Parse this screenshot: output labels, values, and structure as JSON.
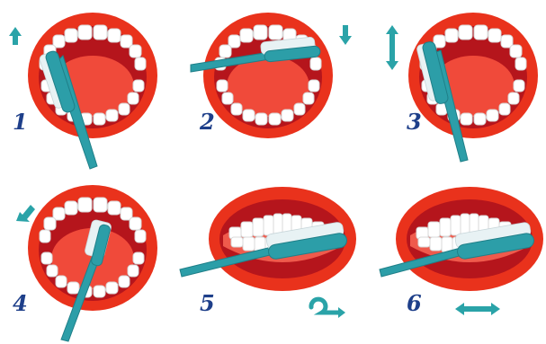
{
  "steps": [
    {
      "number": "1",
      "direction": "up"
    },
    {
      "number": "2",
      "direction": "down"
    },
    {
      "number": "3",
      "direction": "up-down"
    },
    {
      "number": "4",
      "direction": "diagonal-down-left"
    },
    {
      "number": "5",
      "direction": "circular"
    },
    {
      "number": "6",
      "direction": "left-right"
    }
  ],
  "colors": {
    "lip": "#e9321c",
    "mouth": "#b5151c",
    "tongue": "#f04a3a",
    "toothbrush": "#2c9ea8",
    "arrow": "#2aa3a8",
    "label": "#1e3f8a"
  },
  "icons": [
    "toothbrush-icon",
    "arrow-up-icon",
    "arrow-down-icon",
    "arrow-up-down-icon",
    "arrow-diagonal-icon",
    "arrow-circular-icon",
    "arrow-left-right-icon"
  ]
}
